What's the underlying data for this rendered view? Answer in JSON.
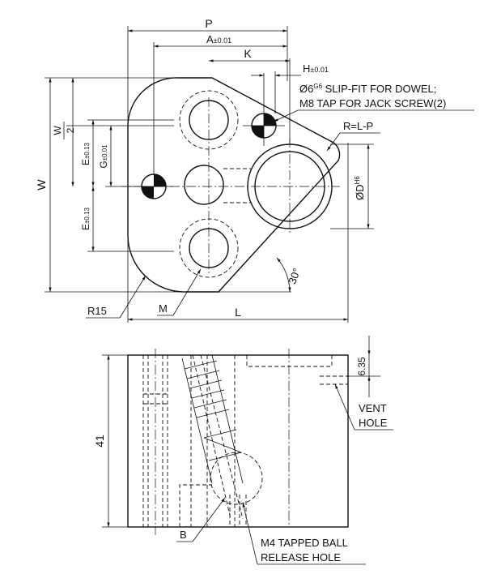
{
  "top_view": {
    "dims": {
      "P": "P",
      "A_base": "A",
      "A_tol": "±0.01",
      "K": "K",
      "H_base": "H",
      "H_tol": "±0.01",
      "W": "W",
      "W2_num": "W",
      "W2_den": "2",
      "E1_base": "E",
      "E1_tol": "±0.13",
      "G_base": "G",
      "G_tol": "±0.01",
      "E2_base": "E",
      "E2_tol": "±0.13",
      "D_base": "ØD",
      "D_tol": "H6",
      "L": "L",
      "angle": "30°"
    },
    "notes": {
      "dowel_prefix": "Ø6",
      "dowel_sup": "G6",
      "dowel_text": " SLIP-FIT FOR DOWEL;",
      "jack_screw": "M8 TAP FOR JACK SCREW(2)",
      "radius_rule": "R=L-P",
      "r15": "R15",
      "m": "M"
    }
  },
  "side_view": {
    "height": "41",
    "depth": "6.35",
    "vent_line1": "VENT",
    "vent_line2": "HOLE",
    "b": "B",
    "ball_line1": "M4 TAPPED BALL",
    "ball_line2": "RELEASE HOLE"
  },
  "colors": {
    "ink": "#111111",
    "paper": "#ffffff"
  }
}
